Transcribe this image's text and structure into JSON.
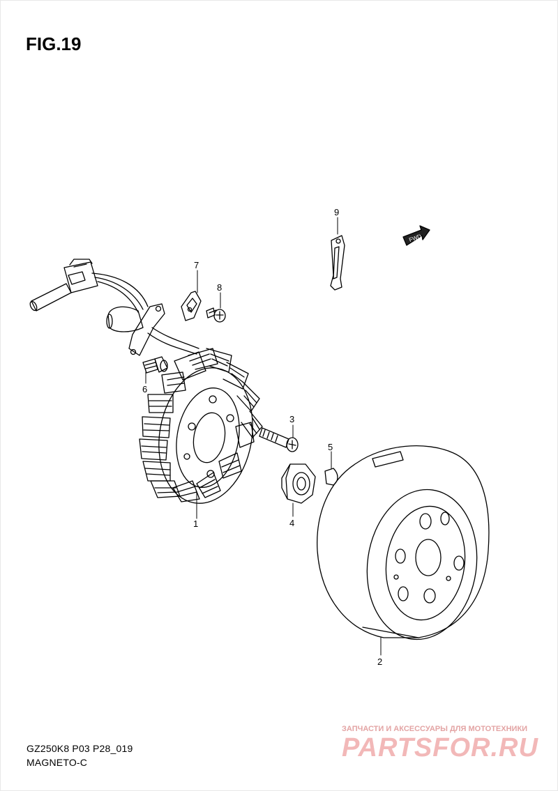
{
  "figure": {
    "title": "FIG.19"
  },
  "footer": {
    "model_code": "GZ250K8 P03 P28_019",
    "section_name": "MAGNETO-C"
  },
  "watermark": {
    "subtitle": "ЗАПЧАСТИ И АКСЕССУАРЫ ДЛЯ МОТОТЕХНИКИ",
    "logo": "PARTSFOR.RU",
    "color": "#f2b8b8"
  },
  "fwd_label": "FWD",
  "callouts": [
    "1",
    "2",
    "3",
    "4",
    "5",
    "6",
    "7",
    "8",
    "9"
  ]
}
